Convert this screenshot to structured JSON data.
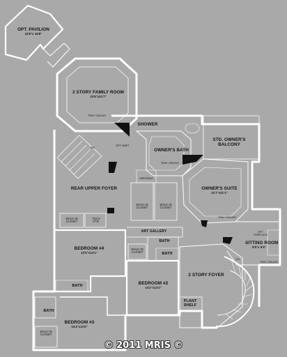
{
  "plan": {
    "rooms": {
      "pavilion": {
        "name": "OPT. PAVILION",
        "dims": "16'8\"x 18'8\""
      },
      "family": {
        "name": "2 STORY FAMILY ROOM",
        "dims": "23'8\"x21'7\"",
        "note": "TRAY CEILING"
      },
      "shower": {
        "name": "SHOWER"
      },
      "opt_bidet": {
        "name": "OPT. BIDET"
      },
      "owners_bath": {
        "name": "OWNER'S BATH",
        "note": "TRAY CEILING"
      },
      "balcony": {
        "name": "STD. OWNER'S BALCONY"
      },
      "on_stair": {
        "name": "DN"
      },
      "dressing": {
        "name": "DRESSING"
      },
      "rear_foyer": {
        "name": "REAR UPPER FOYER"
      },
      "wic_a": {
        "name": "WALK-IN CLOSET"
      },
      "wic_b": {
        "name": "WALK-IN CLOSET"
      },
      "owners_suite": {
        "name": "OWNER'S SUITE",
        "dims": "21'7\"x21'1\"",
        "note": "TRAY CEILING"
      },
      "wic_c": {
        "name": "WALK-IN CLOSET"
      },
      "tech": {
        "name": "TECH CTR."
      },
      "art_gallery": {
        "name": "ART GALLERY"
      },
      "opt_fireplace": {
        "name": "OPT. FIREPLACE"
      },
      "sitting": {
        "name": "SITTING ROOM",
        "dims": "8'5\"x 9'5\"",
        "note": "TRAY CEILING"
      },
      "bedroom4": {
        "name": "BEDROOM #4",
        "dims": "13'5\"x14'1\""
      },
      "wic_d": {
        "name": "WALK-IN CLOSET"
      },
      "bath_mid": {
        "name": "BATH"
      },
      "foyer_stair": {
        "name": "DN"
      },
      "bath_left": {
        "name": "BATH"
      },
      "bedroom2": {
        "name": "BEDROOM #2",
        "dims": "14'2\"x13'2\""
      },
      "two_story_foyer": {
        "name": "2 STORY FOYER"
      },
      "bath_lower": {
        "name": "BATH"
      },
      "plant_shelf": {
        "name": "PLANT SHELF"
      },
      "bath_bottom": {
        "name": "BATH"
      },
      "bedroom3": {
        "name": "BEDROOM #3",
        "dims": "14'4\"x13'5\""
      },
      "wic_e": {
        "name": "WALK-IN CLOSET"
      }
    }
  },
  "footer": {
    "copyright": "© 2011 MRIS ©"
  }
}
